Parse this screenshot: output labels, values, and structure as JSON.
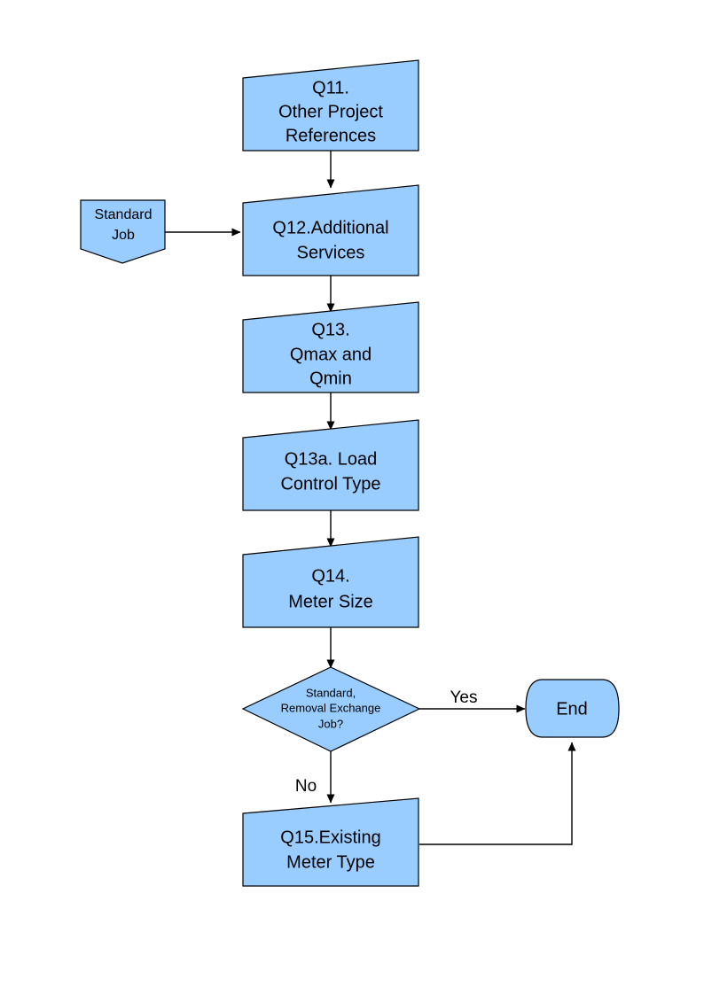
{
  "diagram": {
    "type": "flowchart",
    "title": "",
    "colors": {
      "node_fill": "#99CCFF",
      "node_stroke": "#000000",
      "edge_stroke": "#000000",
      "background": "#FFFFFF",
      "text": "#000000"
    },
    "nodes": [
      {
        "id": "q11",
        "shape": "slanted-card",
        "lines": [
          "Q11.",
          "Other Project",
          "References"
        ],
        "font_size": 20
      },
      {
        "id": "standard-job",
        "shape": "pentagon-point-down",
        "lines": [
          "Standard",
          "Job"
        ],
        "font_size": 16
      },
      {
        "id": "q12",
        "shape": "slanted-card",
        "lines": [
          "Q12.Additional",
          "Services"
        ],
        "font_size": 20
      },
      {
        "id": "q13",
        "shape": "slanted-card",
        "lines": [
          "Q13.",
          "Qmax and",
          "Qmin"
        ],
        "font_size": 20
      },
      {
        "id": "q13a",
        "shape": "slanted-card",
        "lines": [
          "Q13a. Load",
          "Control Type"
        ],
        "font_size": 20
      },
      {
        "id": "q14",
        "shape": "slanted-card",
        "lines": [
          "Q14.",
          "Meter Size"
        ],
        "font_size": 20
      },
      {
        "id": "decision",
        "shape": "diamond",
        "lines": [
          "Standard,",
          "Removal Exchange",
          "Job?"
        ],
        "font_size": 13
      },
      {
        "id": "end",
        "shape": "rounded-terminator",
        "lines": [
          "End"
        ],
        "font_size": 20
      },
      {
        "id": "q15",
        "shape": "slanted-card",
        "lines": [
          "Q15.Existing",
          "Meter Type"
        ],
        "font_size": 20
      }
    ],
    "edges": [
      {
        "id": "e-q11-q12",
        "from": "q11",
        "to": "q12",
        "label": ""
      },
      {
        "id": "e-std-q12",
        "from": "standard-job",
        "to": "q12",
        "label": ""
      },
      {
        "id": "e-q12-q13",
        "from": "q12",
        "to": "q13",
        "label": ""
      },
      {
        "id": "e-q13-q13a",
        "from": "q13",
        "to": "q13a",
        "label": ""
      },
      {
        "id": "e-q13a-q14",
        "from": "q13a",
        "to": "q14",
        "label": ""
      },
      {
        "id": "e-q14-decision",
        "from": "q14",
        "to": "decision",
        "label": ""
      },
      {
        "id": "e-decision-end",
        "from": "decision",
        "to": "end",
        "label": "Yes"
      },
      {
        "id": "e-decision-q15",
        "from": "decision",
        "to": "q15",
        "label": "No"
      },
      {
        "id": "e-q15-end",
        "from": "q15",
        "to": "end",
        "label": ""
      }
    ],
    "edge_labels": {
      "yes": "Yes",
      "no": "No"
    }
  }
}
